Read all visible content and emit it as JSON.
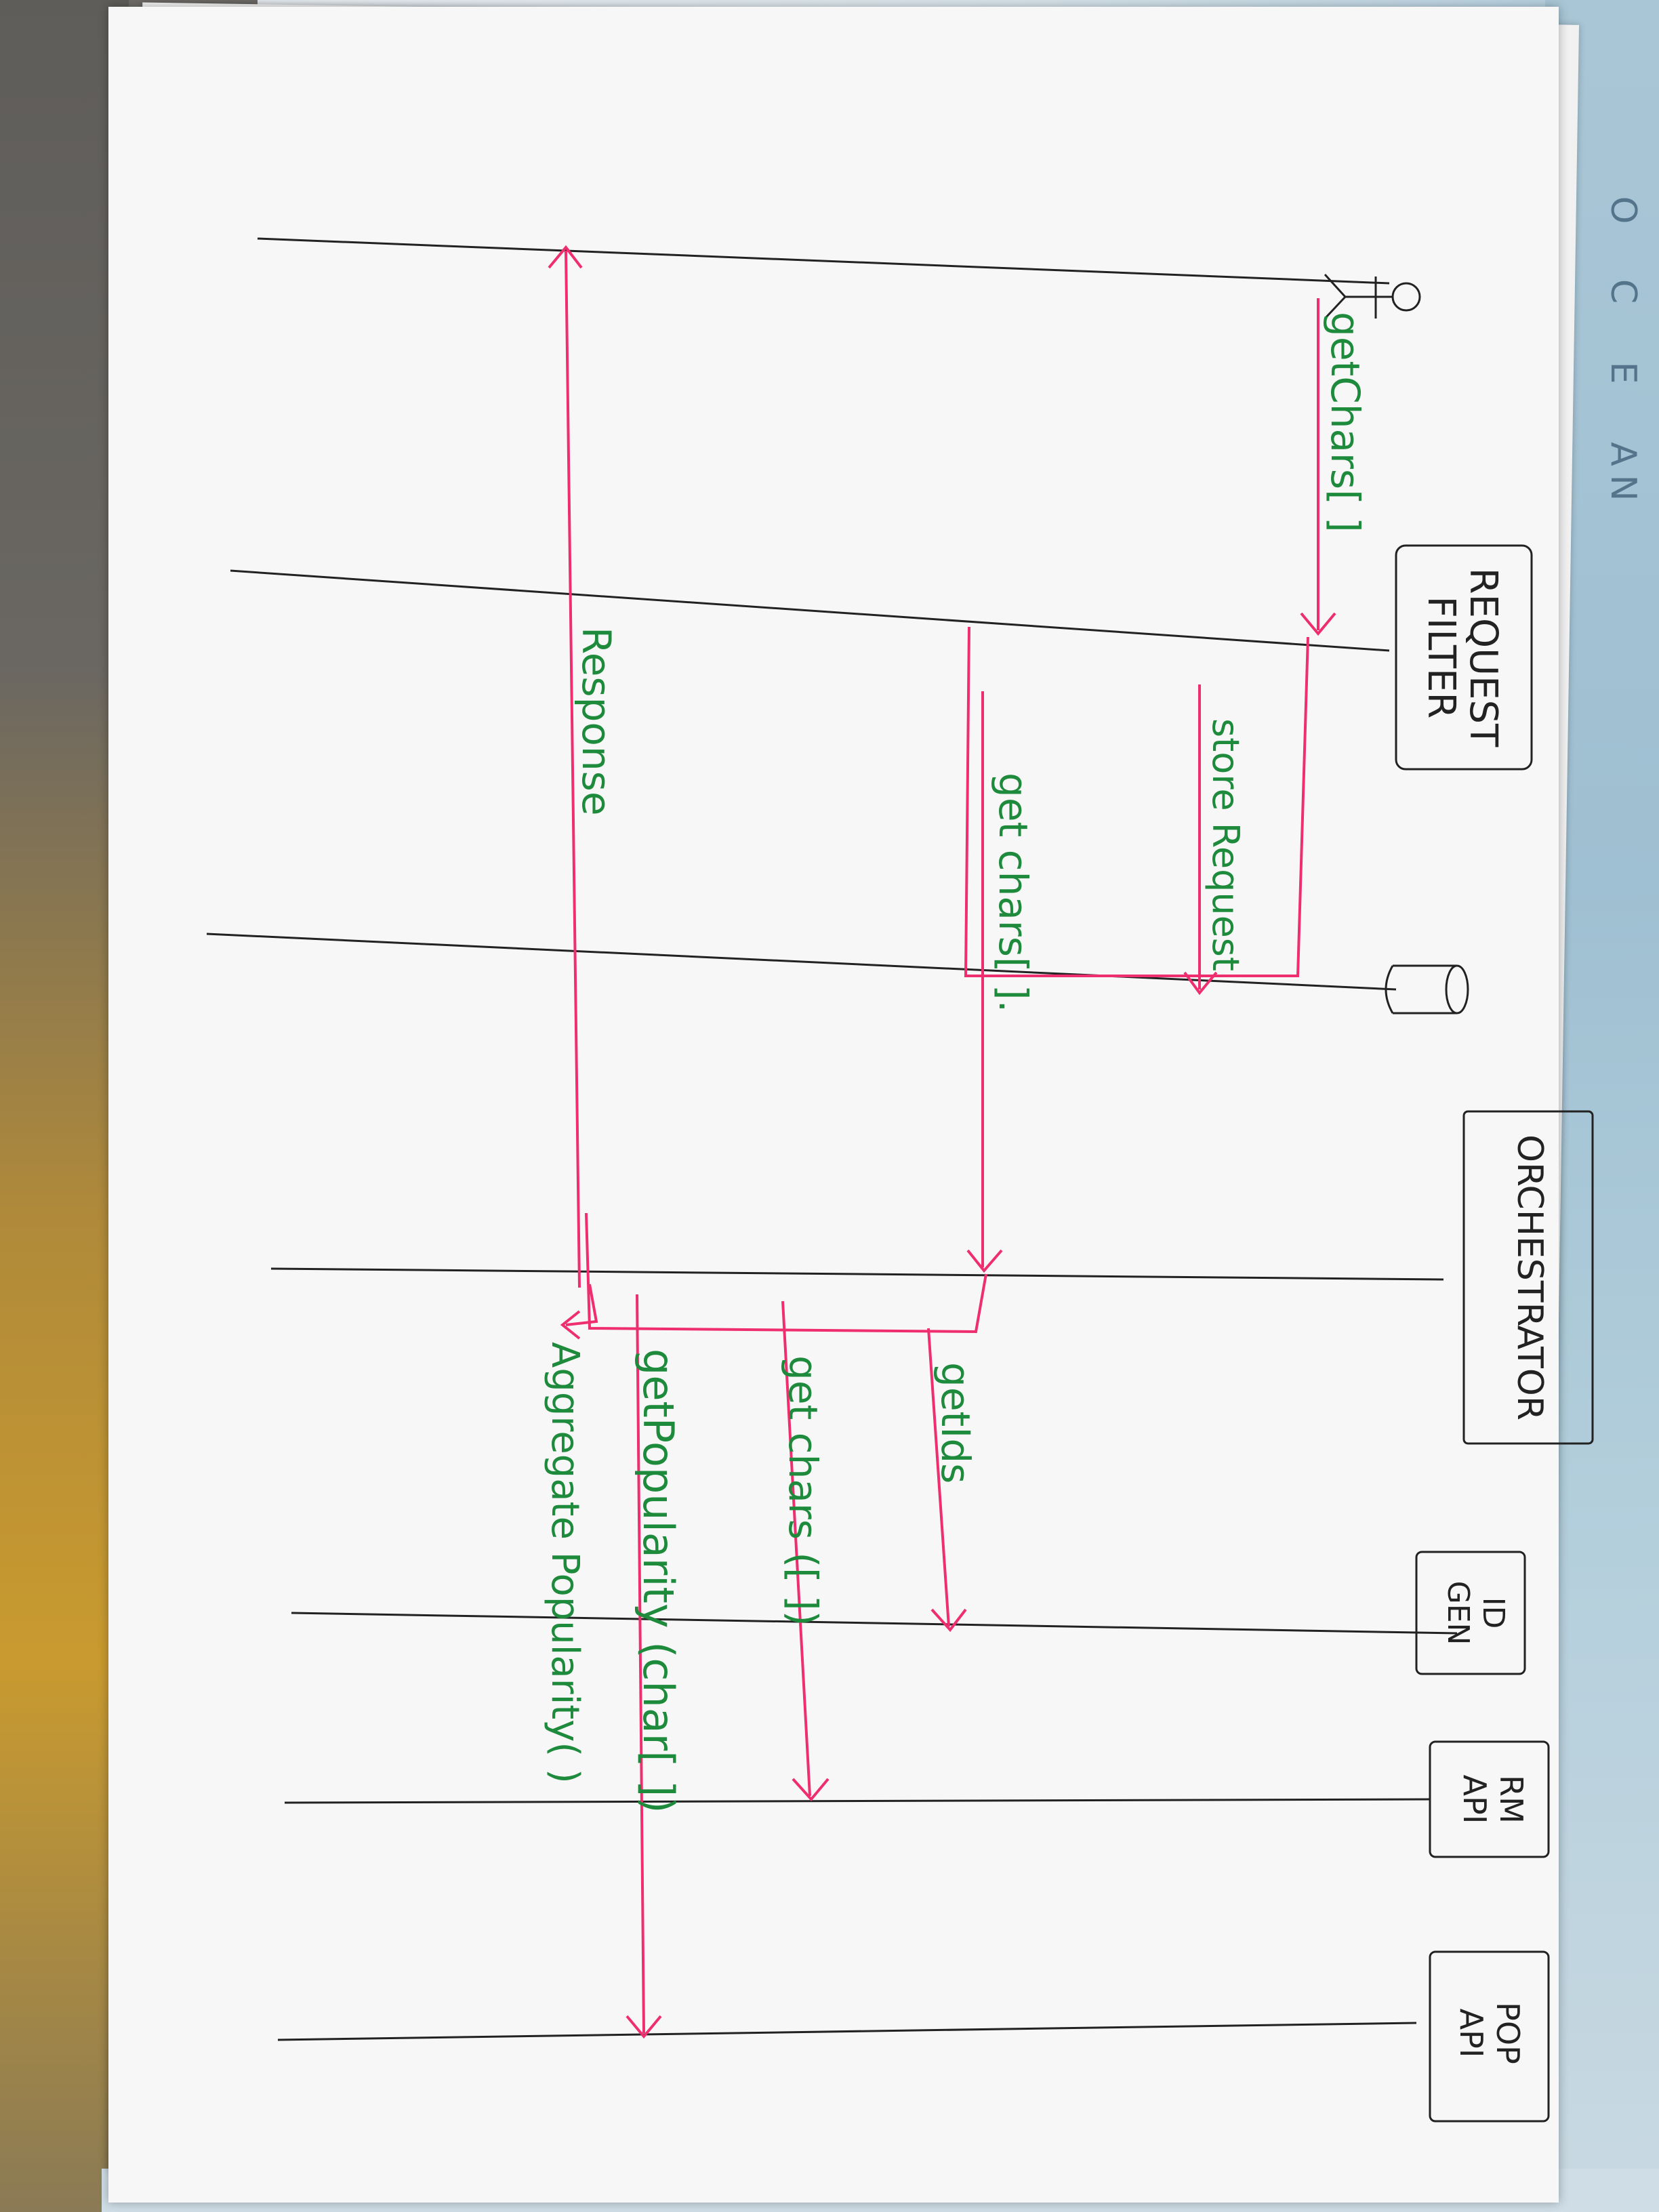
{
  "background": {
    "ocean_letters": [
      "O",
      "C",
      "E",
      "A",
      "N"
    ]
  },
  "participants": [
    {
      "id": "actor",
      "label": "",
      "icon": "stick-figure-icon"
    },
    {
      "id": "request-filter",
      "label": "REQUEST\nFILTER",
      "lines": [
        "REQUEST",
        "FILTER"
      ]
    },
    {
      "id": "store",
      "label": "",
      "icon": "database-cylinder-icon"
    },
    {
      "id": "orchestrator",
      "label": "ORCHESTRATOR",
      "lines": [
        "ORCHESTRATOR"
      ]
    },
    {
      "id": "id-gen",
      "label": "ID\nGEN",
      "lines": [
        "ID",
        "GEN"
      ]
    },
    {
      "id": "rm-api",
      "label": "RM\nAPI",
      "lines": [
        "RM",
        "API"
      ]
    },
    {
      "id": "pop-api",
      "label": "POP\nAPI",
      "lines": [
        "POP",
        "API"
      ]
    }
  ],
  "messages": [
    {
      "label": "getChars[ ]",
      "color": "#1e8a3c"
    },
    {
      "label": "store Request",
      "color": "#1e8a3c"
    },
    {
      "label": "get chars[ ].",
      "color": "#1e8a3c"
    },
    {
      "label": "getIds",
      "color": "#1e8a3c"
    },
    {
      "label": "get chars ([ ])",
      "color": "#1e8a3c"
    },
    {
      "label": "getPopularity (char[ ])",
      "color": "#1e8a3c"
    },
    {
      "label": "Aggregate Popularity( )",
      "color": "#1e8a3c"
    },
    {
      "label": "Response",
      "color": "#1e8a3c"
    }
  ],
  "colors": {
    "arrow": "#ee2e6e",
    "handwriting": "#1e8a3c",
    "ink": "#222222",
    "paper": "#f7f7f8"
  }
}
